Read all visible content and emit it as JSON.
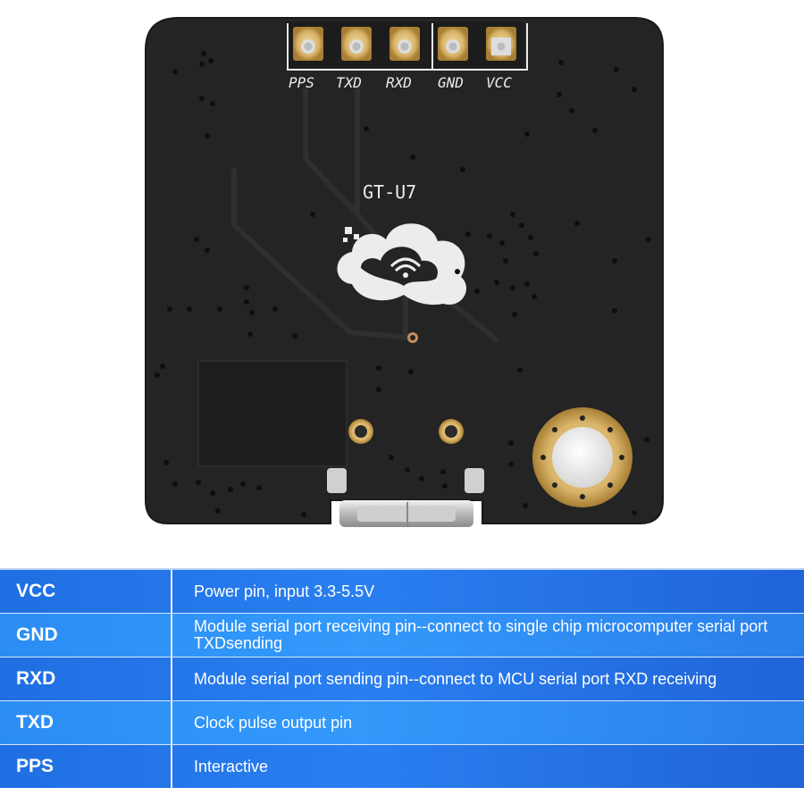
{
  "board": {
    "pin_labels": [
      "PPS",
      "TXD",
      "RXD",
      "GND",
      "VCC"
    ],
    "model_label": "GT-U7",
    "colors": {
      "pcb": "#242424",
      "silkscreen": "#ececec",
      "gold": "#d9b46a"
    }
  },
  "pin_table": {
    "rows": [
      {
        "pin": "VCC",
        "description": "Power pin, input 3.3-5.5V"
      },
      {
        "pin": "GND",
        "description": "Module serial port receiving pin--connect to single chip microcomputer serial port TXDsending"
      },
      {
        "pin": "RXD",
        "description": "Module serial port sending pin--connect to MCU serial port RXD receiving"
      },
      {
        "pin": "TXD",
        "description": "Clock pulse output pin"
      },
      {
        "pin": "PPS",
        "description": "Interactive"
      }
    ],
    "colors": {
      "row_dark": "#1f6fe2",
      "row_light": "#3399fb",
      "text": "#ffffff"
    }
  }
}
